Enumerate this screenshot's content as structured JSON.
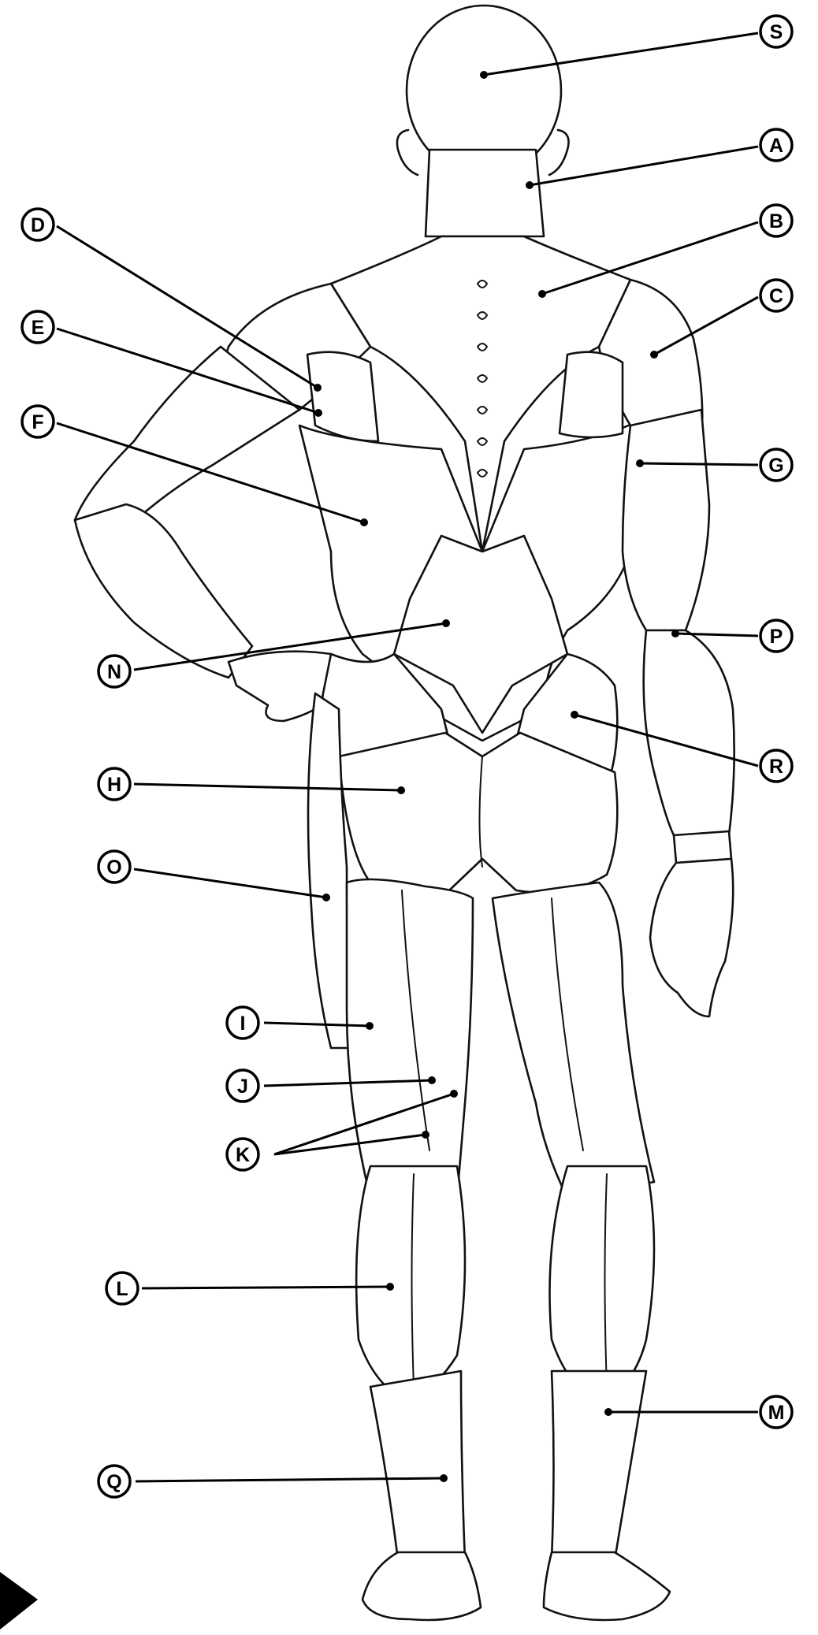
{
  "labels": {
    "S": "S",
    "A": "A",
    "B": "B",
    "C": "C",
    "D": "D",
    "E": "E",
    "F": "F",
    "G": "G",
    "P": "P",
    "N": "N",
    "R": "R",
    "H": "H",
    "O": "O",
    "I": "I",
    "J": "J",
    "K": "K",
    "L": "L",
    "M": "M",
    "Q": "Q"
  },
  "colors": {
    "ink": "#000000",
    "paper": "#ffffff"
  }
}
